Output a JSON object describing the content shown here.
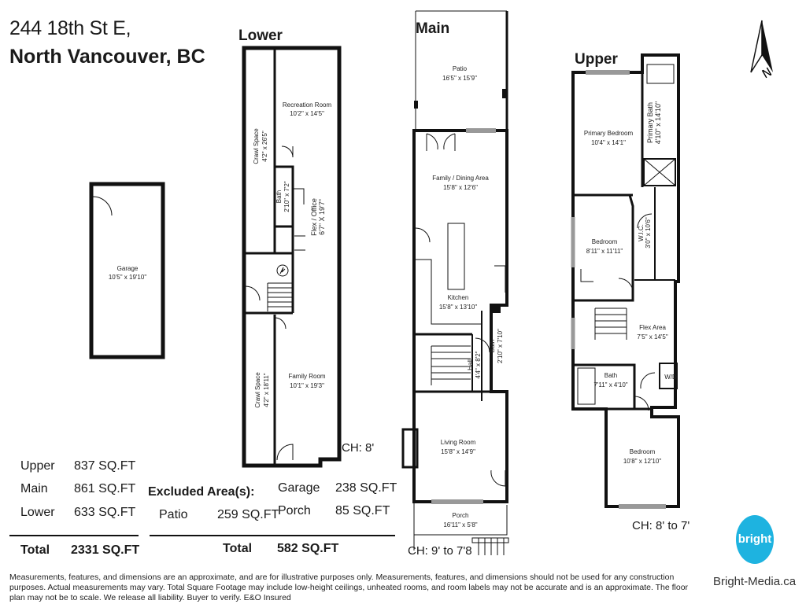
{
  "address": {
    "line1": "244 18th St E,",
    "line2": "North Vancouver, BC"
  },
  "floors": {
    "lower": "Lower",
    "main": "Main",
    "upper": "Upper"
  },
  "rooms": {
    "garage": {
      "name": "Garage",
      "dim": "10'5\" x 19'10\""
    },
    "recreation": {
      "name": "Recreation Room",
      "dim": "10'2\" x 14'5\""
    },
    "crawl1": {
      "name": "Crawl Space",
      "dim": "4'2\" x 26'5\""
    },
    "bath_lower": {
      "name": "Bath",
      "dim": "2'10\" x 7'2\""
    },
    "flex_office": {
      "name": "Flex / Office",
      "dim": "6'7\" X 19'7\""
    },
    "crawl2": {
      "name": "Crawl Space",
      "dim": "4'2\" x 18'11\""
    },
    "family": {
      "name": "Family Room",
      "dim": "10'1\" x 19'3\""
    },
    "patio": {
      "name": "Patio",
      "dim": "16'5\" x 15'9\""
    },
    "family_dining": {
      "name": "Family / Dining Area",
      "dim": "15'8\" x 12'6\""
    },
    "kitchen": {
      "name": "Kitchen",
      "dim": "15'8\" x 13'10\""
    },
    "hall": {
      "name": "Hall",
      "dim": "4'4\" x 8'2\""
    },
    "bath_main": {
      "name": "Bath",
      "dim": "2'10\" x 7'10\""
    },
    "living": {
      "name": "Living Room",
      "dim": "15'8\" x 14'9\""
    },
    "porch": {
      "name": "Porch",
      "dim": "16'11\" x 5'8\""
    },
    "primary_bed": {
      "name": "Primary Bedroom",
      "dim": "10'4\" x 14'1\""
    },
    "primary_bath": {
      "name": "Primary Bath",
      "dim": "4'10\" x 14'10\""
    },
    "wic": {
      "name": "W.I.C.",
      "dim": "3'0\" x 10'6\""
    },
    "bedroom2": {
      "name": "Bedroom",
      "dim": "8'11\" x 11'11\""
    },
    "flex_area": {
      "name": "Flex Area",
      "dim": "7'5\" x 14'5\""
    },
    "bath_upper": {
      "name": "Bath",
      "dim": "7'11\" x 4'10\""
    },
    "wd": {
      "name": "W/D"
    },
    "bedroom3": {
      "name": "Bedroom",
      "dim": "10'8\" x 12'10\""
    }
  },
  "ceilings": {
    "lower": "CH: 8'",
    "main": "CH: 9' to 7'8",
    "upper": "CH: 8' to 7'"
  },
  "areas": {
    "upper": {
      "label": "Upper",
      "value": "837 SQ.FT"
    },
    "main": {
      "label": "Main",
      "value": "861 SQ.FT"
    },
    "lower": {
      "label": "Lower",
      "value": "633 SQ.FT"
    },
    "total": {
      "label": "Total",
      "value": "2331 SQ.FT"
    }
  },
  "excluded": {
    "title": "Excluded Area(s):",
    "patio": {
      "label": "Patio",
      "value": "259 SQ.FT"
    },
    "garage": {
      "label": "Garage",
      "value": "238 SQ.FT"
    },
    "porch": {
      "label": "Porch",
      "value": "85 SQ.FT"
    },
    "total": {
      "label": "Total",
      "value": "582 SQ.FT"
    }
  },
  "compass": {
    "label": "N"
  },
  "disclaimer": "Measurements, features, and dimensions are an approximate, and are for illustrative purposes only. Measurements, features, and dimensions should not be used for any construction purposes. Actual measurements may vary. Total Square Footage may include low-height ceilings, unheated rooms, and room labels may not be accurate and is an approximate. The floor plan may not be to scale. We release all liability. Buyer to verify. E&O Insured",
  "brand": {
    "logo": "bright",
    "site": "Bright-Media.ca",
    "color": "#1eb3e0"
  }
}
